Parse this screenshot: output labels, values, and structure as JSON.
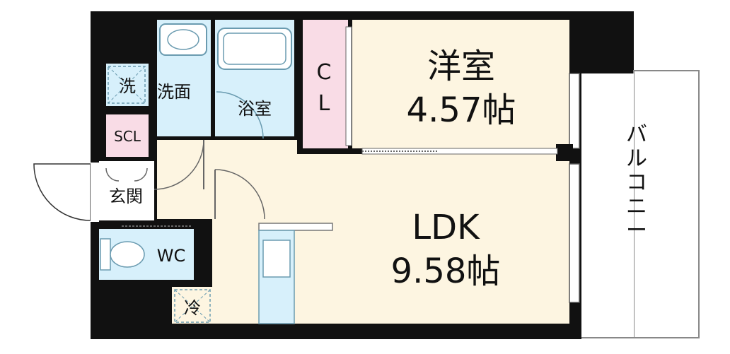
{
  "rooms": {
    "western_room": {
      "name": "洋室",
      "size": "4.57帖"
    },
    "ldk": {
      "name": "LDK",
      "size": "9.58帖"
    },
    "closet": {
      "line1": "C",
      "line2": "L"
    },
    "bathroom": "浴室",
    "washroom": "洗面",
    "washer": "洗",
    "shoe_closet": "SCL",
    "entrance": "玄関",
    "toilet": "WC",
    "fridge": "冷",
    "balcony": "バルコニー"
  },
  "colors": {
    "wall": "#111111",
    "living_floor": "#fdf5e1",
    "wet_area": "#d7f0fb",
    "closet": "#f9dce6",
    "balcony": "#ffffff",
    "fixture_line": "#6a9bb0"
  }
}
